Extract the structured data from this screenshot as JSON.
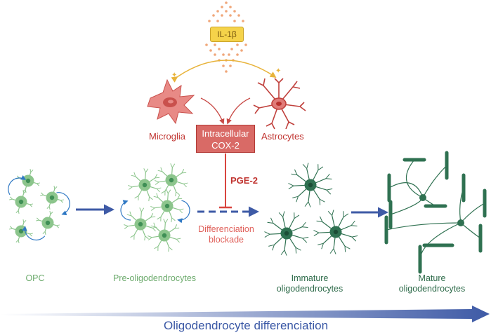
{
  "cytokine": "IL-1β",
  "cells": {
    "microglia": "Microglia",
    "astrocytes": "Astrocytes"
  },
  "enzyme": {
    "line1": "Intracellular",
    "line2": "COX-2"
  },
  "mediator": "PGE-2",
  "blockade": {
    "line1": "Differenciation",
    "line2": "blockade"
  },
  "stages": {
    "opc": "OPC",
    "pre": "Pre-oligodendrocytes",
    "immature": {
      "line1": "Immature",
      "line2": "oligodendrocytes"
    },
    "mature": {
      "line1": "Mature",
      "line2": "oligodendrocytes"
    }
  },
  "axis_label": "Oligodendrocyte differenciation",
  "colors": {
    "light_green": "#8cc58c",
    "light_green_core": "#3f8f55",
    "dark_green": "#2f7151",
    "red_cell": "#e07b78",
    "arrow_blue": "#3e5aa6",
    "cycle_blue": "#2f78c4",
    "inhibit_red": "#d9453f",
    "gold": "#e8b33a"
  }
}
